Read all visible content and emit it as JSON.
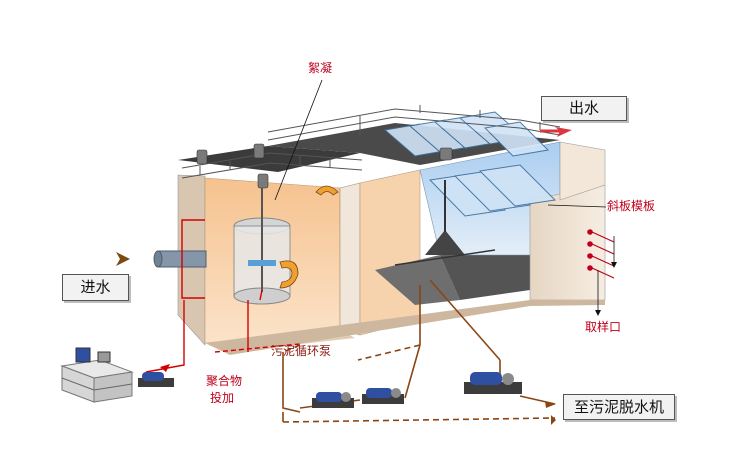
{
  "labels": {
    "inflow": "进水",
    "outflow": "出水",
    "flocculation": "絮凝",
    "inclined_plate": "斜板模板",
    "sampling_port": "取样口",
    "sludge_recirculation_pump": "污泥循环泵",
    "polymer": "聚合物",
    "dosing": "投加",
    "to_dewatering": "至污泥脱水机"
  },
  "colors": {
    "label_red": "#c0001a",
    "pipe_brown": "#8b4513",
    "dosing_red": "#d40000",
    "flow_arrow": "#d9363e",
    "tank_wall": "#efe3d4",
    "tank_dark": "#3b3b3b",
    "water_blue": "#7fb2e3"
  }
}
